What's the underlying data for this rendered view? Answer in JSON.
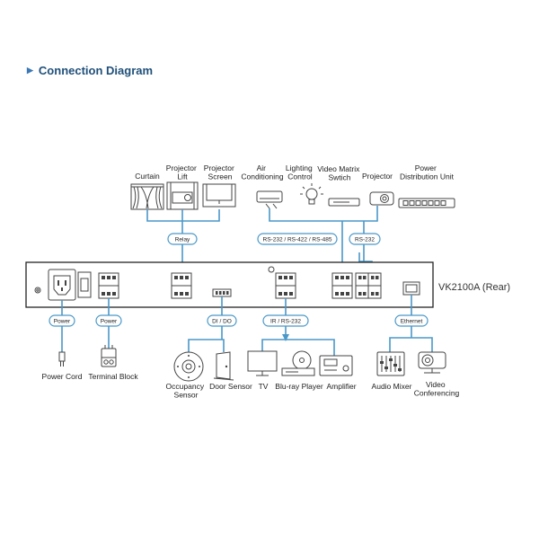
{
  "title": "Connection Diagram",
  "model": "VK2100A (Rear)",
  "badges": {
    "relay": "Relay",
    "rs_multi": "RS-232 / RS-422 / RS-485",
    "rs232": "RS-232",
    "power1": "Power",
    "power2": "Power",
    "dido": "DI / DO",
    "ir_rs232": "IR / RS-232",
    "ethernet": "Ethernet"
  },
  "top_devices": {
    "curtain": [
      "Curtain"
    ],
    "projector_lift": [
      "Projector",
      "Lift"
    ],
    "projector_screen": [
      "Projector",
      "Screen"
    ],
    "air_conditioning": [
      "Air",
      "Conditioning"
    ],
    "lighting_control": [
      "Lighting",
      "Control"
    ],
    "video_matrix": [
      "Video Matrix",
      "Swtich"
    ],
    "projector": [
      "Projector"
    ],
    "pdu": [
      "Power",
      "Distribution Unit"
    ]
  },
  "bottom_devices": {
    "power_cord": [
      "Power Cord"
    ],
    "terminal_block": [
      "Terminal Block"
    ],
    "occupancy_sensor": [
      "Occupancy",
      "Sensor"
    ],
    "door_sensor": [
      "Door Sensor"
    ],
    "tv": [
      "TV"
    ],
    "bluray": [
      "Blu-ray Player"
    ],
    "amplifier": [
      "Amplifier"
    ],
    "audio_mixer": [
      "Audio Mixer"
    ],
    "video_conferencing": [
      "Video",
      "Conferencing"
    ]
  },
  "colors": {
    "title": "#1f4f79",
    "wire": "#4a98c8",
    "outline": "#444444"
  }
}
